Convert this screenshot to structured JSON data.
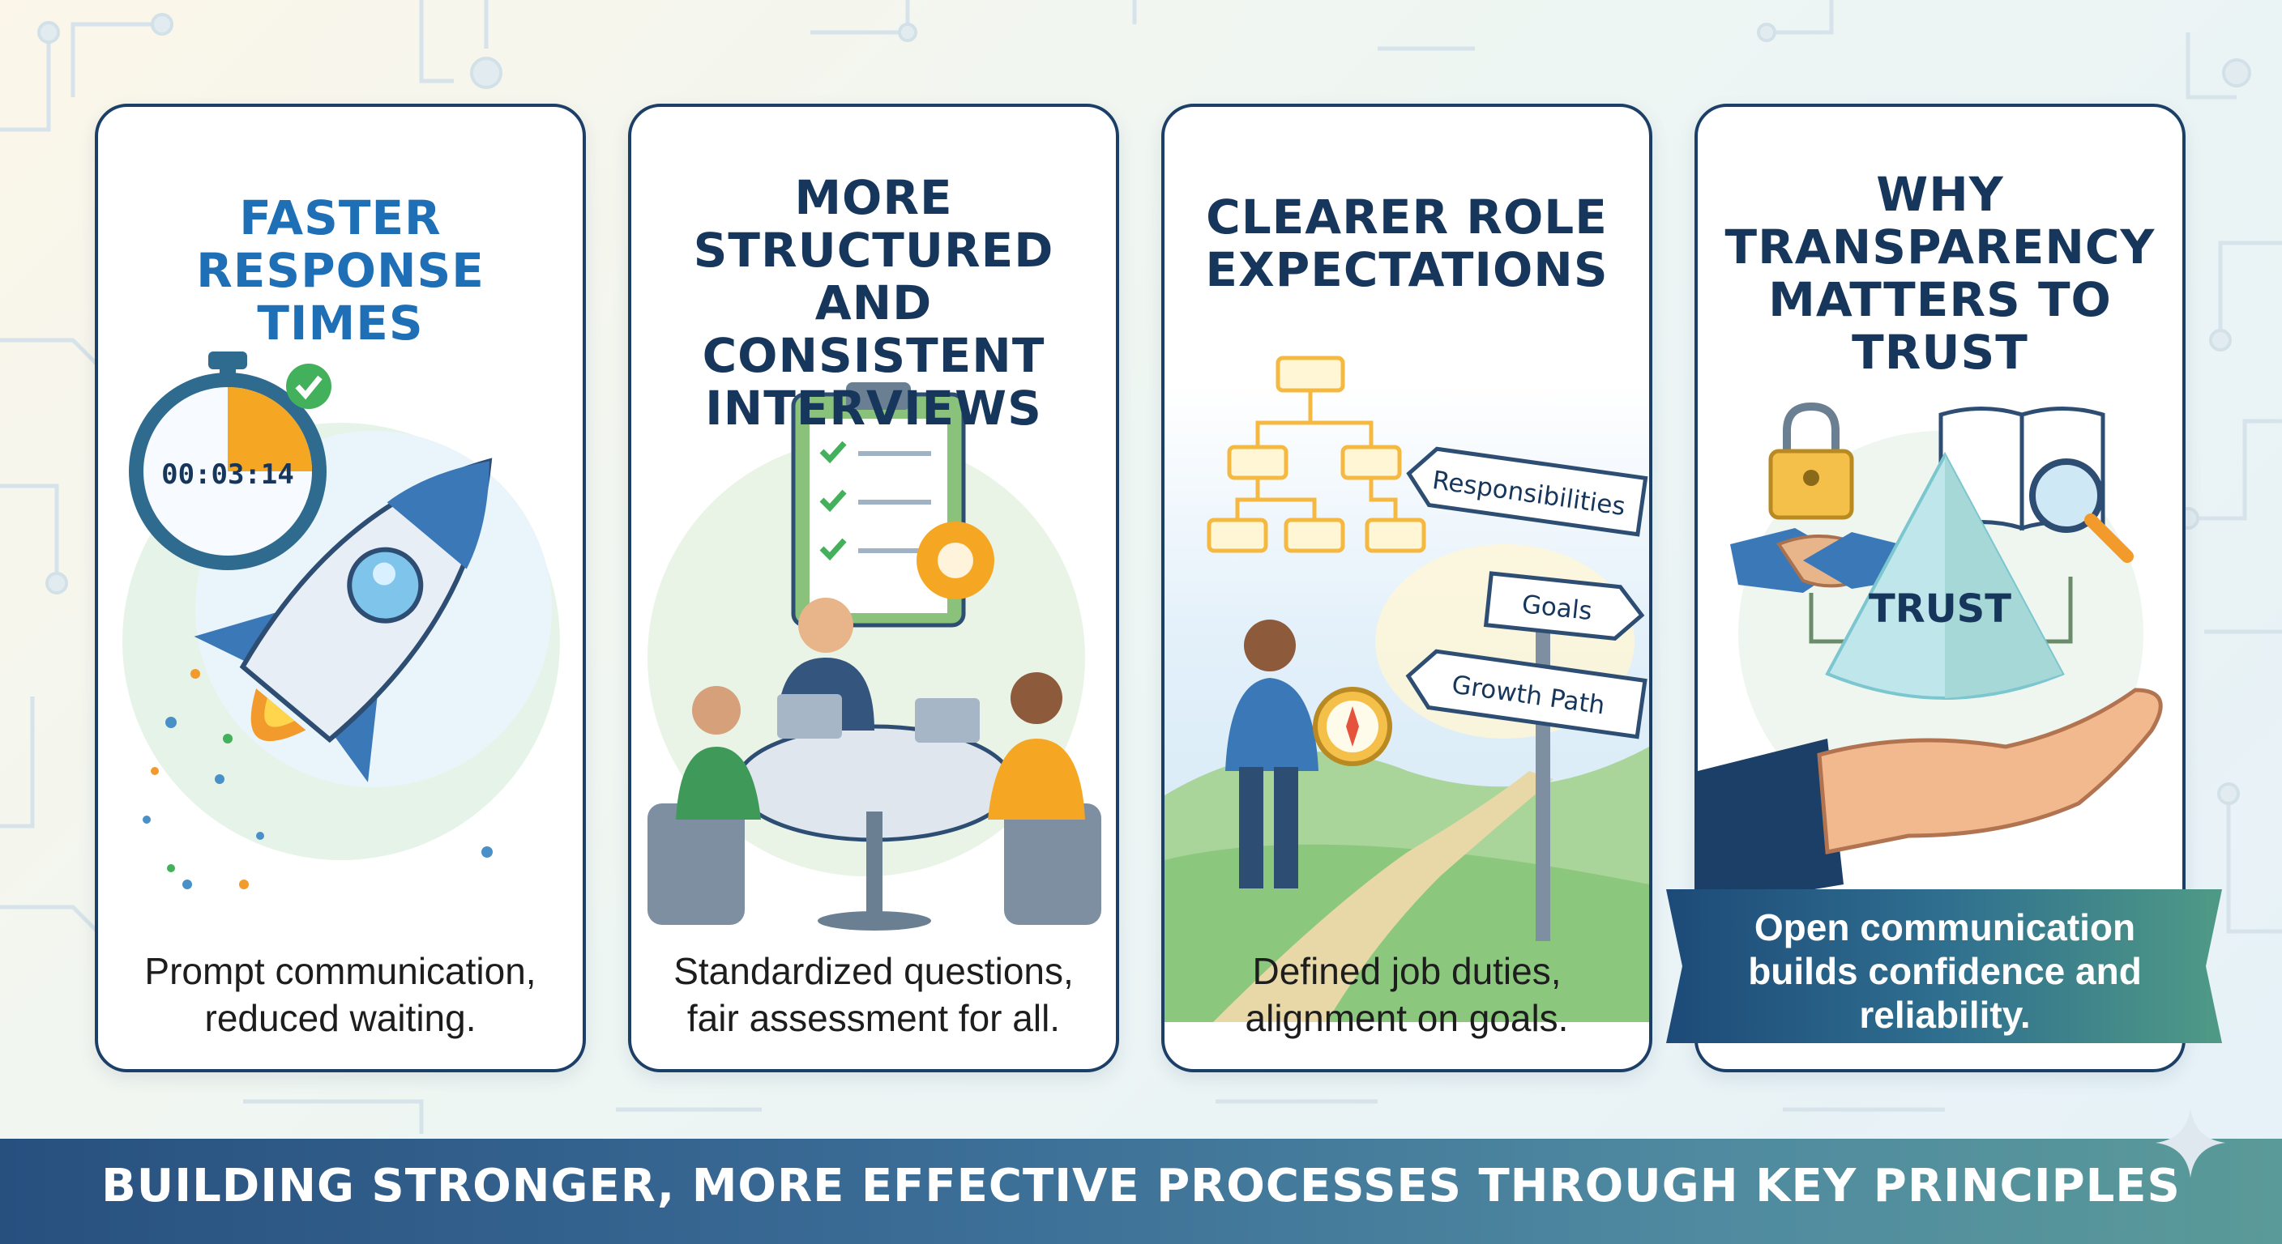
{
  "cards": [
    {
      "title_lines": [
        "FASTER",
        "RESPONSE TIMES"
      ],
      "timer": "00:03:14",
      "description_lines": [
        "Prompt communication,",
        "reduced waiting."
      ],
      "accent": "#1f6fb6"
    },
    {
      "title_lines": [
        "MORE STRUCTURED",
        "AND CONSISTENT",
        "INTERVIEWS"
      ],
      "description_lines": [
        "Standardized questions,",
        "fair assessment for all."
      ]
    },
    {
      "title_lines": [
        "CLEARER ROLE",
        "EXPECTATIONS"
      ],
      "signs": [
        "Responsibilities",
        "Goals",
        "Growth Path"
      ],
      "description_lines": [
        "Defined job duties,",
        "alignment on goals."
      ]
    },
    {
      "title_lines": [
        "WHY",
        "TRANSPARENCY",
        "MATTERS TO TRUST"
      ],
      "pyramid_label": "TRUST",
      "description_lines": [
        "Open communication",
        "builds confidence and",
        "reliability."
      ]
    }
  ],
  "footer": "BUILDING STRONGER, MORE EFFECTIVE PROCESSES THROUGH KEY PRINCIPLES",
  "colors": {
    "navy": "#1c3f67",
    "blue_accent": "#1f6fb6",
    "green_check": "#4caf50",
    "banner_start": "#1d4a78",
    "banner_end": "#4f9a86"
  },
  "icons": [
    "stopwatch-icon",
    "rocket-icon",
    "checkmark-badge-icon",
    "clipboard-icon",
    "gear-icon",
    "laptop-icon",
    "org-chart-icon",
    "compass-icon",
    "signpost-icon",
    "padlock-icon",
    "handshake-icon",
    "open-book-icon",
    "magnifier-icon",
    "pyramid-icon",
    "open-hand-icon",
    "sparkle-icon"
  ]
}
